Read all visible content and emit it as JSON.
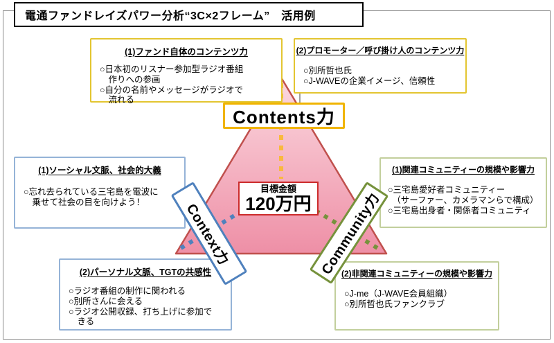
{
  "title": {
    "text": "電通ファンドレイズパワー分析“3С×2フレーム”　活用例"
  },
  "center": {
    "label": "目標金額",
    "amount": "120万円"
  },
  "axes": {
    "contents": {
      "label": "Contents力"
    },
    "context": {
      "label": "Context力"
    },
    "community": {
      "label": "Community力"
    }
  },
  "boxes": {
    "fund_contents": {
      "heading": "(1)ファンド自体のコンテンツ力",
      "lines": [
        "○日本初のリスナー参加型ラジオ番組",
        "　作りへの参画",
        "○自分の名前やメッセージがラジオで",
        "　流れる"
      ]
    },
    "promoter_contents": {
      "heading": "(2)プロモーター／呼び掛け人のコンテンツ力",
      "lines": [
        "○別所哲也氏",
        "○J-WAVEの企業イメージ、信頼性"
      ]
    },
    "social_context": {
      "heading": "(1)ソーシャル文脈、社会的大義",
      "lines": [
        "○忘れ去られている三宅島を電波に",
        "　乗せて社会の目を向けよう！"
      ]
    },
    "personal_context": {
      "heading": "(2)パーソナル文脈、TGTの共感性",
      "lines": [
        "○ラジオ番組の制作に関われる",
        "○別所さんに会える",
        "○ラジオ公開収録、打ち上げに参加で",
        "　きる"
      ]
    },
    "related_community": {
      "heading": "(1)関連コミュニティーの規模や影響力",
      "lines": [
        "○三宅島愛好者コミュニティー",
        "　（サーファー、カメラマンらで構成）",
        "○三宅島出身者・関係者コミュニティ"
      ]
    },
    "unrelated_community": {
      "heading": "(2)非関連コミュニティーの規模や影響力",
      "lines": [
        "○J-me（J-WAVE会員組織）",
        "○別所哲也氏ファンクラブ"
      ]
    }
  },
  "colors": {
    "triangle_fill_top": "#fbd9e0",
    "triangle_fill_bottom": "#ee8fa6",
    "triangle_stroke": "#c0504d",
    "contents_border": "#f0b400",
    "contents_dash": "#f9b93e",
    "context_border": "#4f81bd",
    "context_dots": "#4f81bd",
    "community_border": "#76923c",
    "community_dots": "#76923c",
    "yellow_box_border": "#e3c530",
    "blue_box_border": "#95b3d7",
    "green_box_border": "#c2cf9c",
    "goal_box_border": "#cc2b2b",
    "title_border": "#000000"
  }
}
